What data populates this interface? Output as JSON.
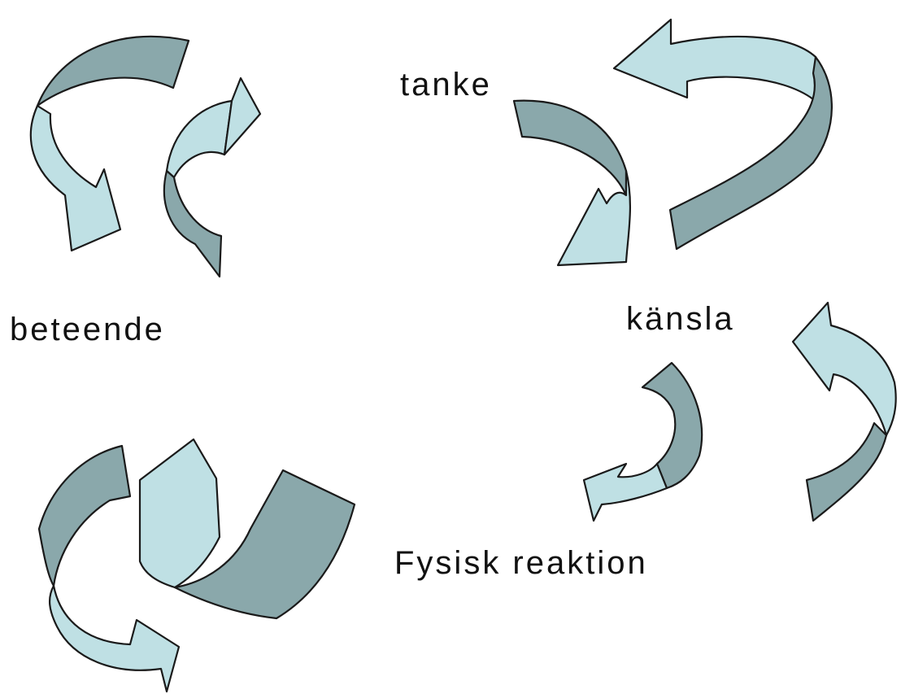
{
  "diagram": {
    "nodes": {
      "tanke": "tanke",
      "kansla": "känsla",
      "fysisk": "Fysisk reaktion",
      "beteende": "beteende"
    },
    "colors": {
      "ribbon_dark": "#8aa8ab",
      "ribbon_light": "#bfe0e4",
      "outline": "#1a1a1a",
      "text": "#111111",
      "background": "#ffffff"
    },
    "icons": [
      "curved-arrow-icon"
    ]
  }
}
